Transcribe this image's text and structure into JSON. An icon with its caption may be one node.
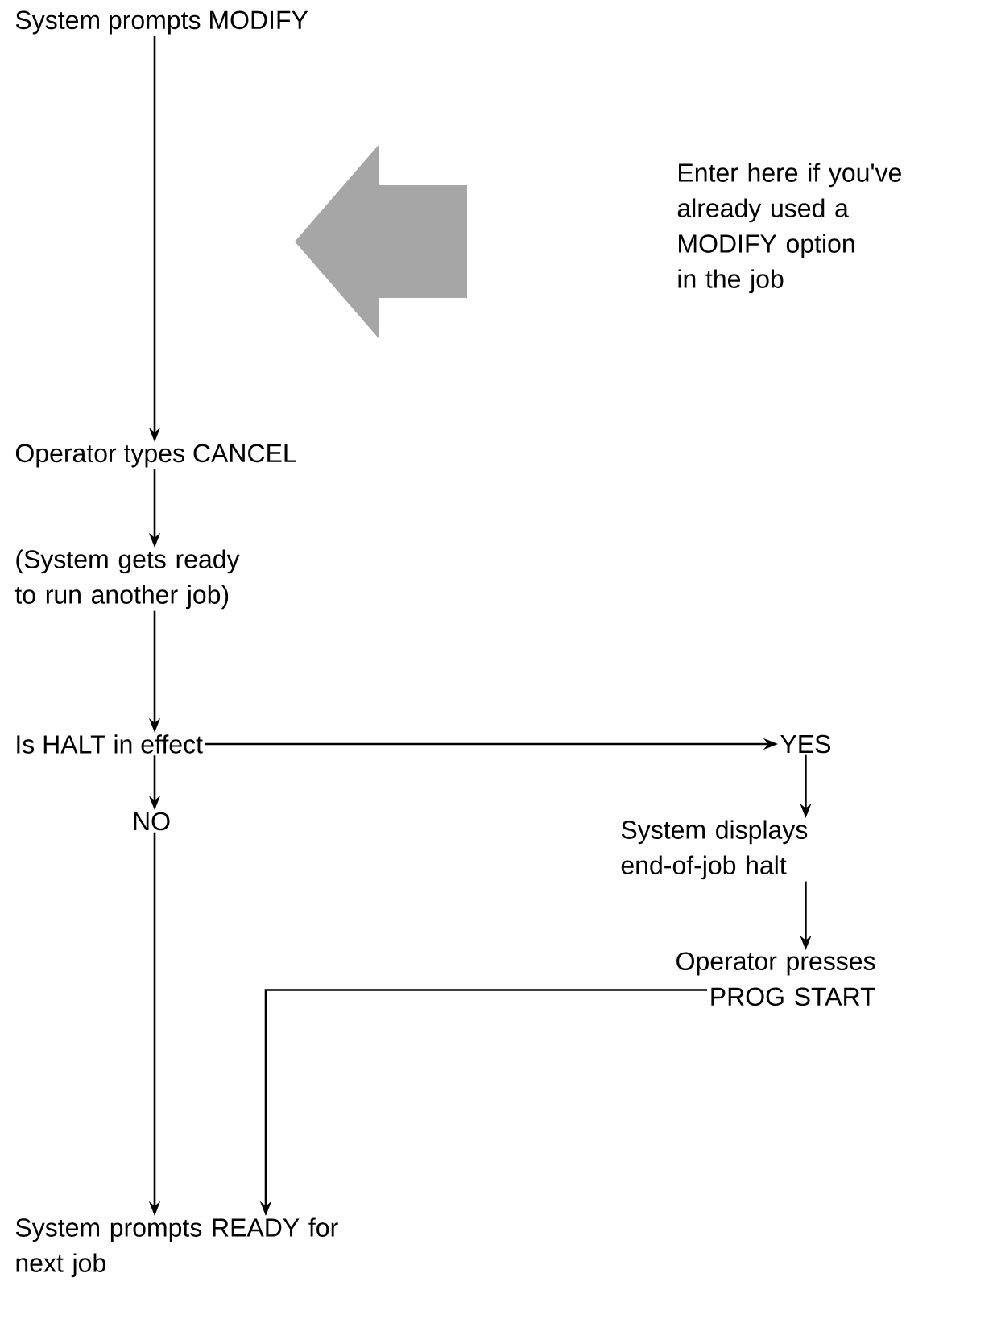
{
  "diagram": {
    "nodes": [
      {
        "text": [
          "System prompts MODIFY"
        ]
      },
      {
        "text": [
          "Operator types CANCEL"
        ]
      },
      {
        "text": [
          "(System gets ready to run another job)"
        ]
      },
      {
        "text": [
          "Is HALT in effect"
        ]
      },
      {
        "text": [
          "YES"
        ]
      },
      {
        "text": [
          "NO"
        ]
      },
      {
        "text": [
          "System displays end-of-job halt"
        ]
      },
      {
        "text": [
          "Operator presses PROG START"
        ]
      },
      {
        "text": [
          "System prompts READY for next job"
        ]
      }
    ],
    "edges": [
      {
        "from": 0,
        "to": 1,
        "arrow": "to"
      },
      {
        "from": 1,
        "to": 2,
        "arrow": "to"
      },
      {
        "from": 2,
        "to": 3,
        "arrow": "to"
      },
      {
        "from": 3,
        "to": 4,
        "arrow": "to"
      },
      {
        "from": 3,
        "to": 5,
        "arrow": "to"
      },
      {
        "from": 4,
        "to": 6,
        "arrow": "to"
      },
      {
        "from": 6,
        "to": 7,
        "arrow": "to"
      },
      {
        "from": 5,
        "to": 8,
        "arrow": "to"
      },
      {
        "from": 7,
        "to": 8,
        "arrow": "to"
      }
    ],
    "labels": [
      "Enter here if you've already used a MODIFY option in the job"
    ]
  }
}
